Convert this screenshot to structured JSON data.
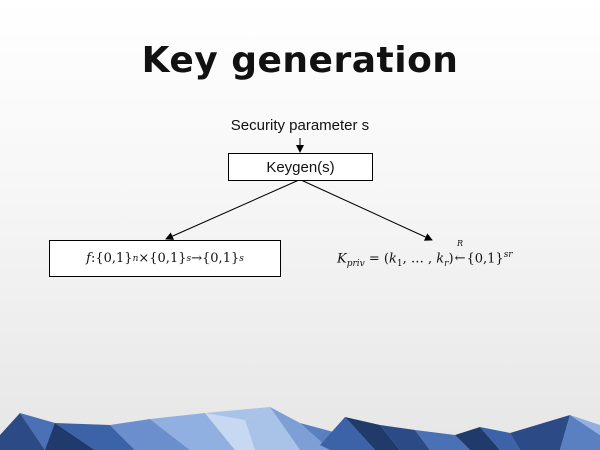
{
  "slide": {
    "title": "Key generation"
  },
  "diagram": {
    "input_label": "Security parameter s",
    "keygen_box": "Keygen(s)",
    "f_box": {
      "f": "f",
      "colon": ": ",
      "set1": "{0,1}",
      "exp1": "n",
      "times": " × ",
      "set2": "{0,1}",
      "exp2": "s",
      "to": " → ",
      "set3": "{0,1}",
      "exp3": "s"
    },
    "private_key": {
      "k": "K",
      "k_sub": "priv",
      "eq": " = (",
      "k1": "k",
      "k1_sub": "1",
      "dots": ", … , ",
      "kr": "k",
      "kr_sub": "r",
      "close": ")",
      "arrow": "←",
      "arrow_label": "R",
      "set": "{0,1}",
      "set_exp": "sr"
    }
  },
  "colors": {
    "mountain_dark": "#1f3a6b",
    "mountain_mid": "#3c63a8",
    "mountain_light": "#a9c2e8"
  }
}
